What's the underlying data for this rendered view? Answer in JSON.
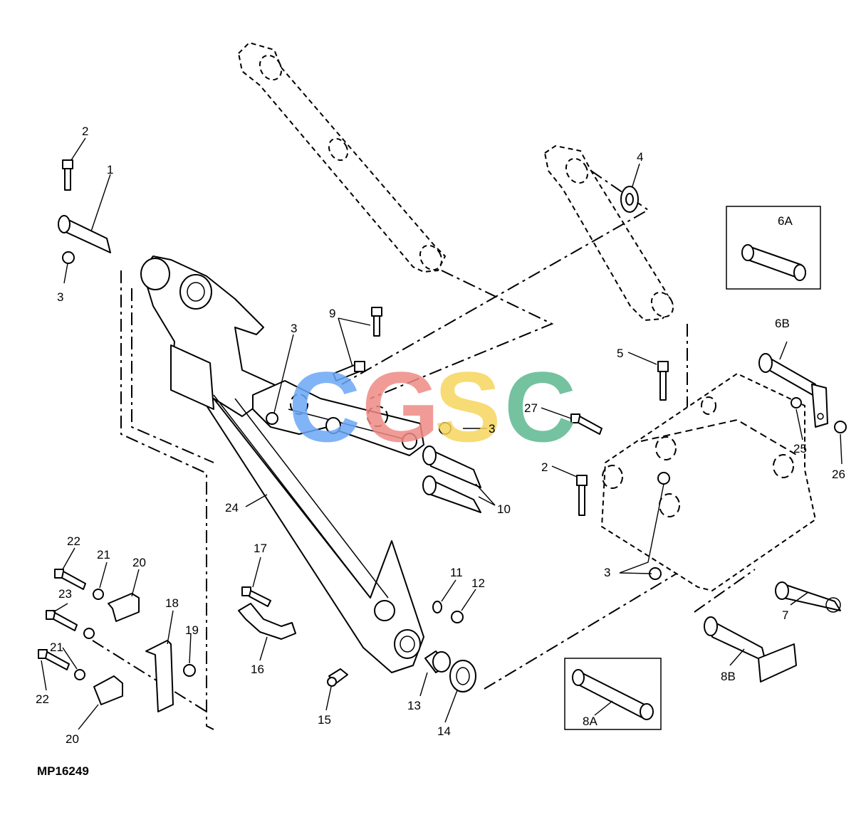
{
  "figure_id": "MP16249",
  "watermark": {
    "text": "CGSC",
    "colors": [
      "#6aa8f5",
      "#ef8a86",
      "#f6d55c",
      "#5cb88f"
    ]
  },
  "callouts": [
    "1",
    "2",
    "3",
    "3",
    "3",
    "2",
    "3",
    "4",
    "5",
    "6A",
    "6B",
    "7",
    "8A",
    "8B",
    "9",
    "10",
    "11",
    "12",
    "13",
    "14",
    "15",
    "16",
    "17",
    "18",
    "19",
    "20",
    "20",
    "21",
    "21",
    "22",
    "22",
    "23",
    "24",
    "25",
    "26",
    "27"
  ]
}
